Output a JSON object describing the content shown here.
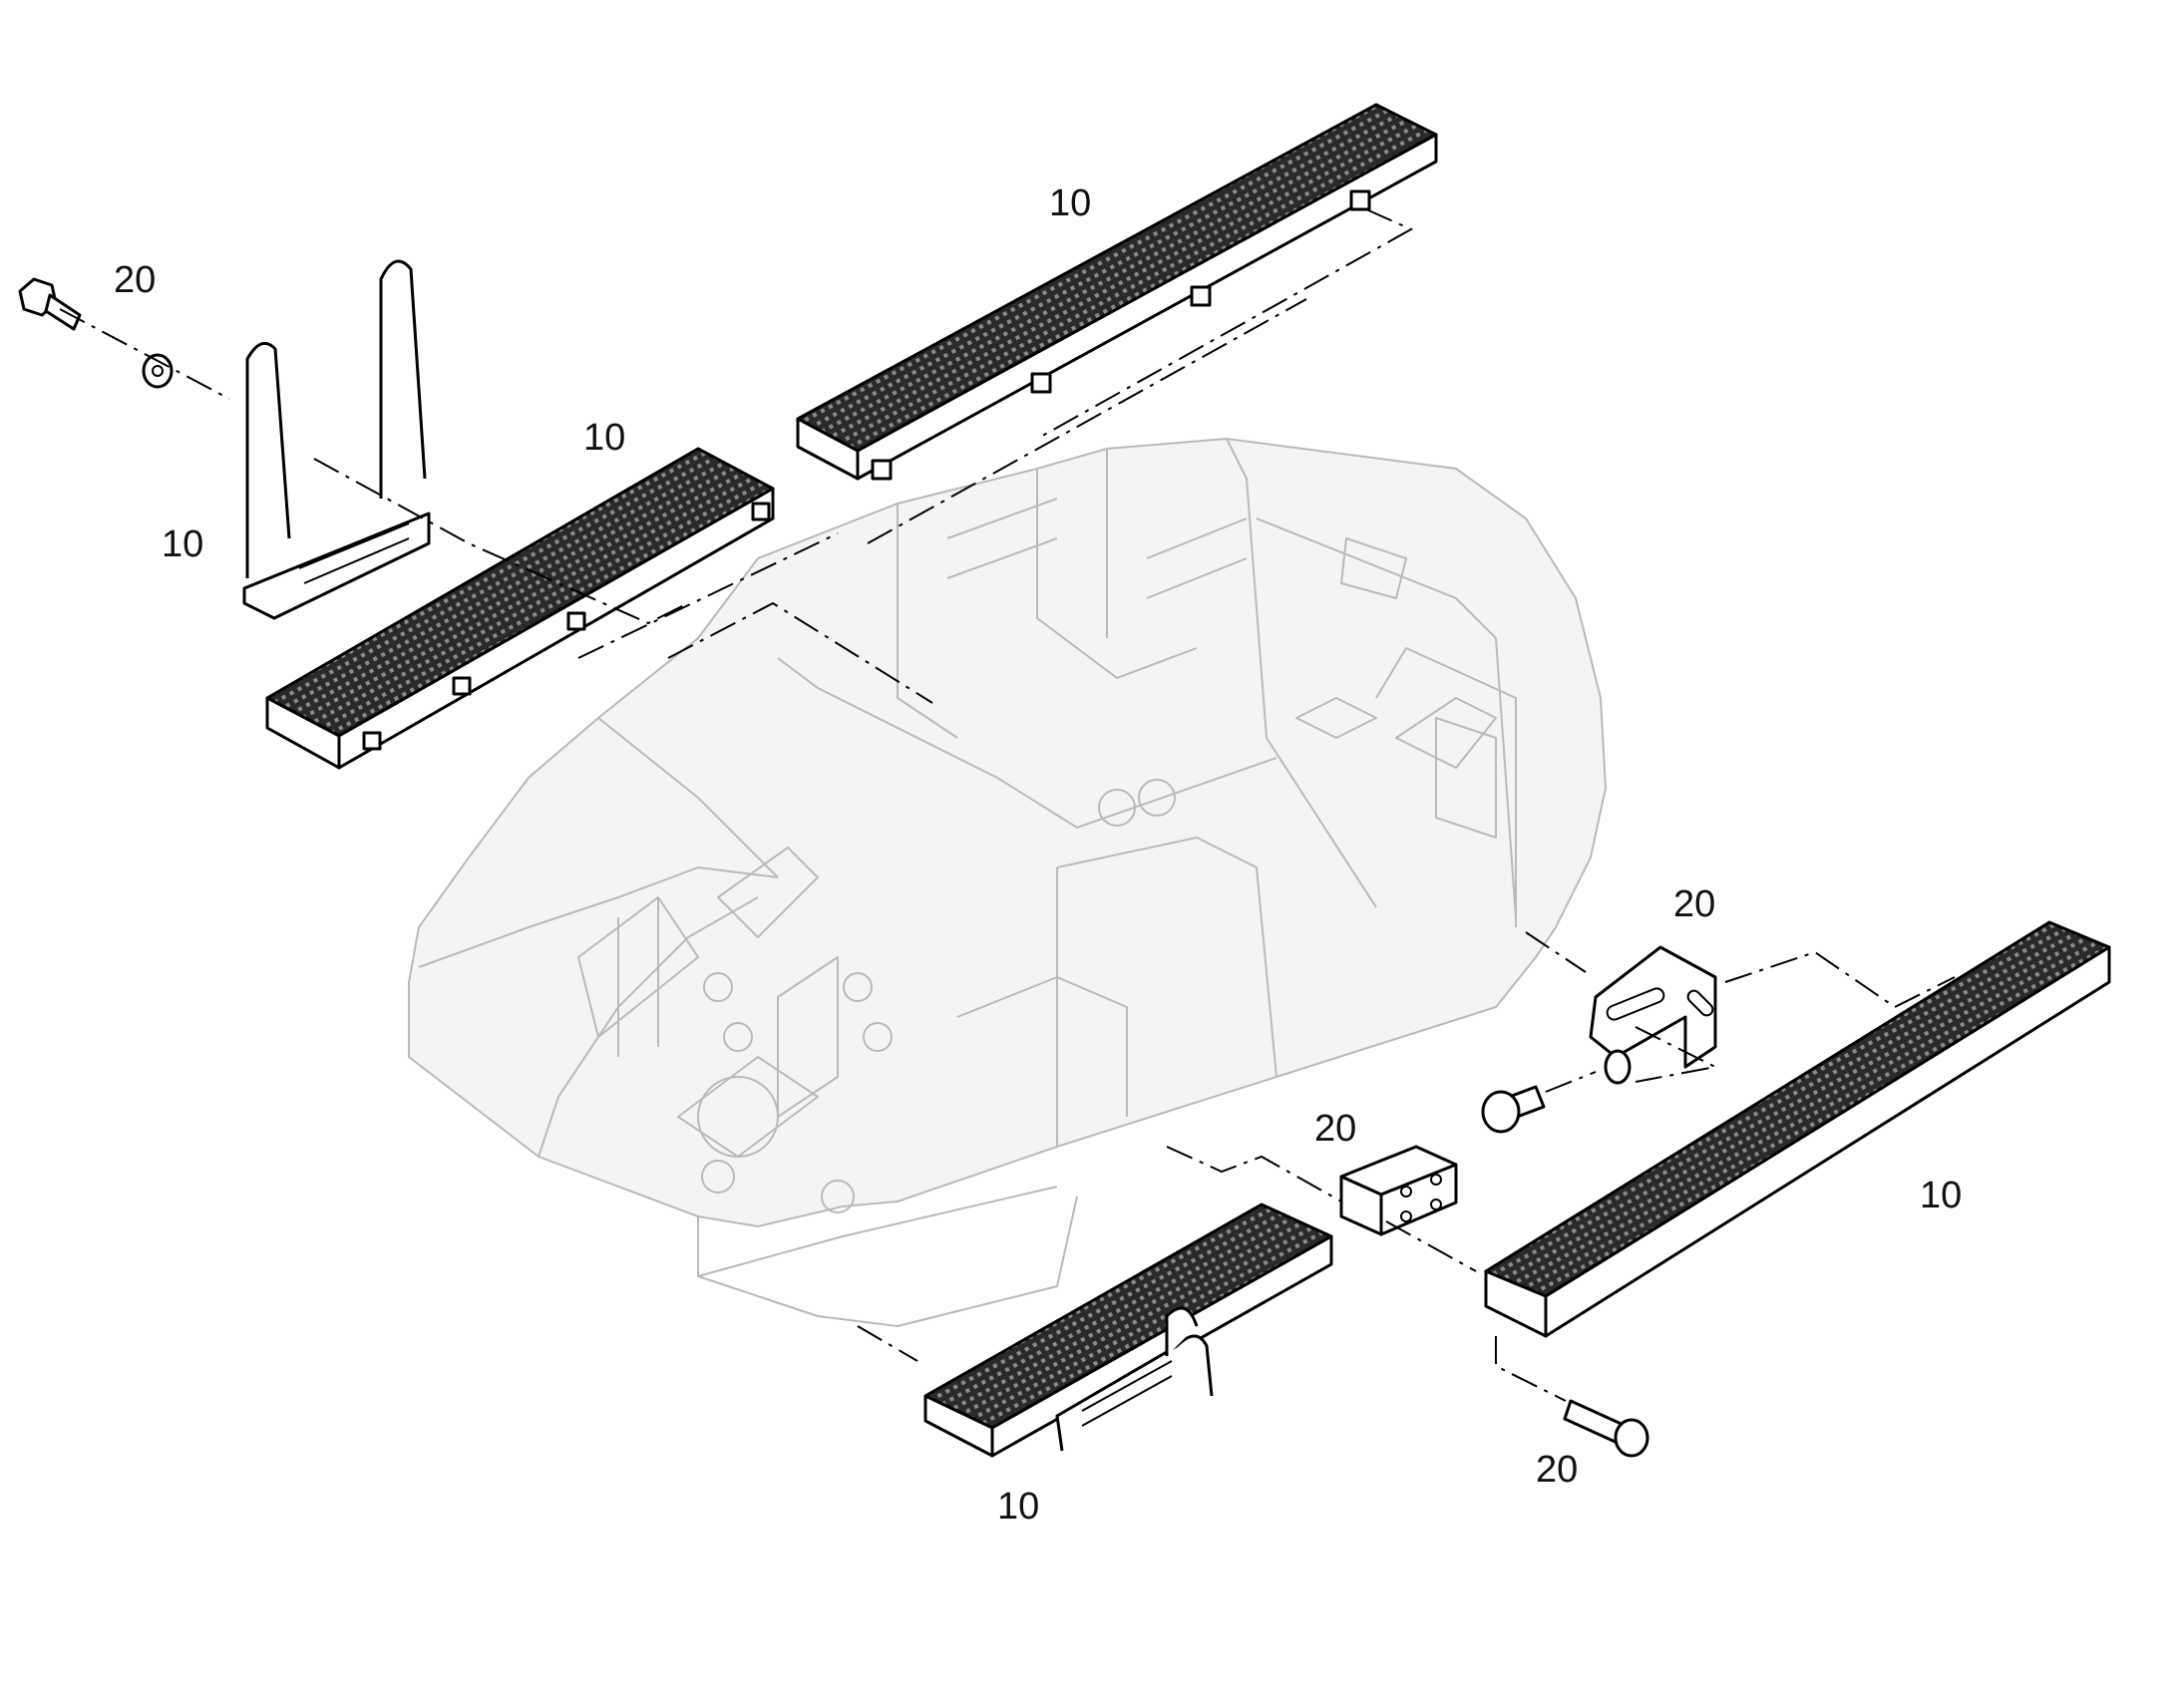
{
  "diagram": {
    "callouts": [
      {
        "id": "step-top-right",
        "text": "10"
      },
      {
        "id": "bolt-top-left",
        "text": "20"
      },
      {
        "id": "step-top-left",
        "text": "10"
      },
      {
        "id": "handle-left",
        "text": "10"
      },
      {
        "id": "bracket-right",
        "text": "20"
      },
      {
        "id": "block-center",
        "text": "20"
      },
      {
        "id": "step-right",
        "text": "10"
      },
      {
        "id": "step-bottom",
        "text": "10"
      },
      {
        "id": "bolt-bottom-right",
        "text": "20"
      }
    ],
    "colors": {
      "line": "#000000",
      "ghost_frame": "#b9b9b9",
      "background": "#ffffff"
    }
  }
}
